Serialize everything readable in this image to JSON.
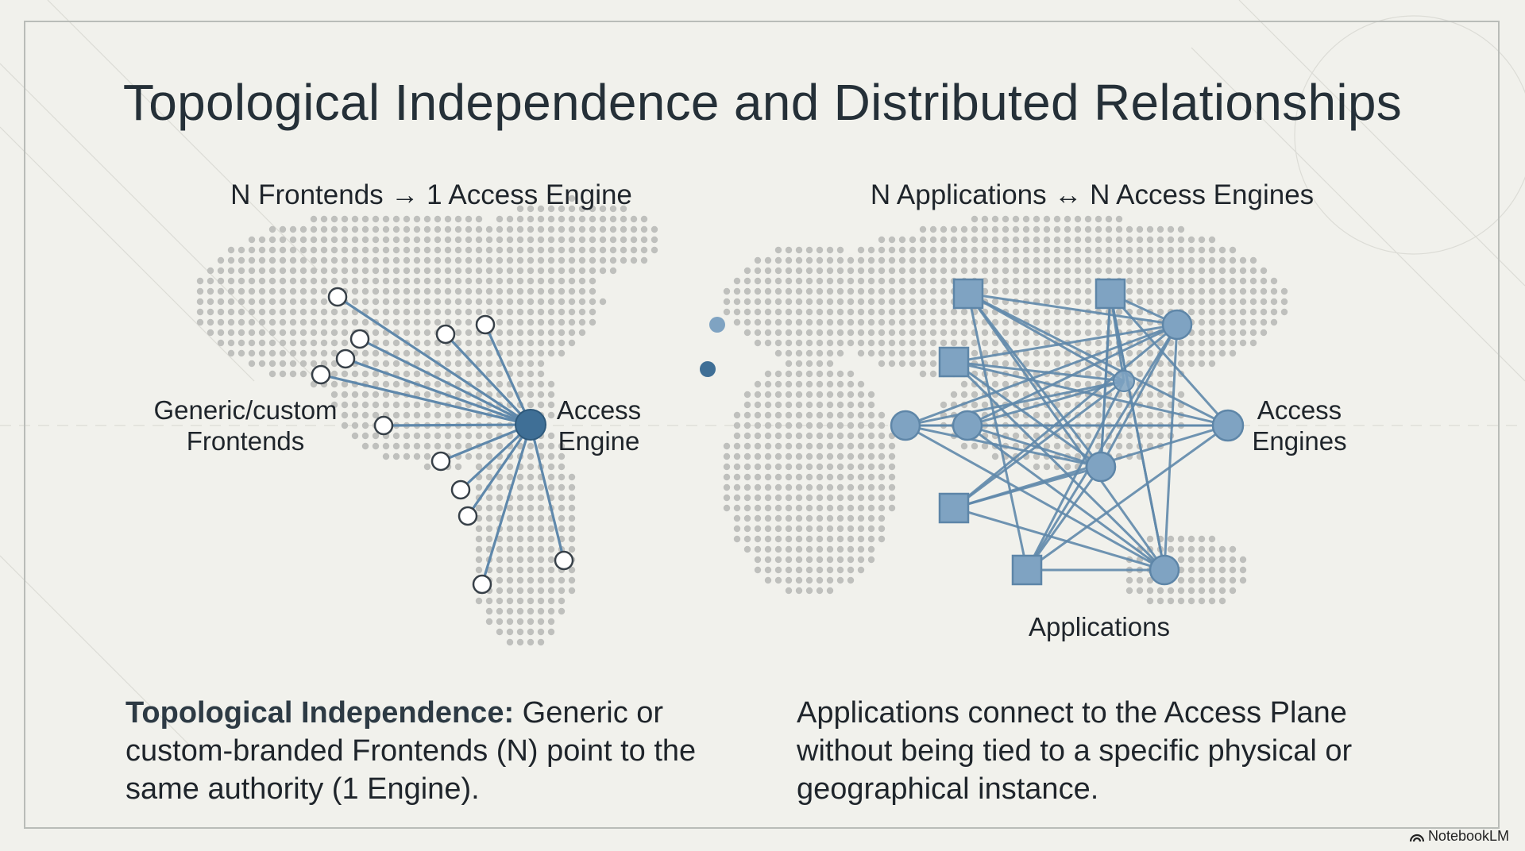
{
  "title": "Topological Independence and Distributed Relationships",
  "left_panel": {
    "subtitle": "N Frontends → 1 Access Engine",
    "frontends_label": [
      "Generic/custom",
      "Frontends"
    ],
    "engine_label": [
      "Access",
      "Engine"
    ],
    "caption_bold": "Topological Independence:",
    "caption_text": " Generic or custom-branded Frontends (N) point to the same authority (1 Engine)."
  },
  "right_panel": {
    "subtitle": "N Applications ↔ N Access Engines",
    "engines_label": [
      "Access",
      "Engines"
    ],
    "applications_label": "Applications",
    "caption_text": "Applications connect to the Access Plane without being tied to a specific physical or geographical instance."
  },
  "badge": {
    "icon": "notebooklm-logo-icon",
    "text": "NotebookLM"
  },
  "colors": {
    "node_fill": "#7fa3c2",
    "node_stroke": "#5e86a8",
    "edge": "#5f88ab",
    "hub": "#3f6f96",
    "map_dot": "#bfc0bd"
  }
}
